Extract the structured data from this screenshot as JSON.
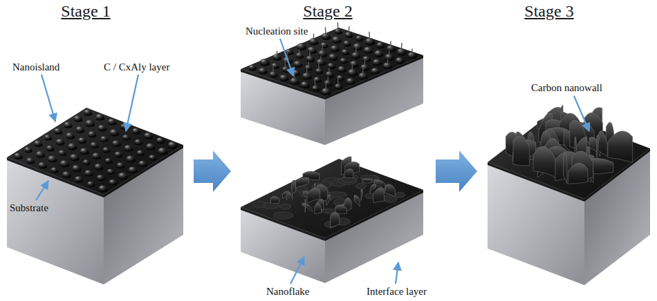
{
  "diagram": {
    "nodes": [
      {
        "text": [
          "Stage 1"
        ]
      },
      {
        "text": [
          "Stage 2"
        ]
      },
      {
        "text": [
          "Stage 3"
        ]
      }
    ],
    "edges": [
      {
        "from": 0,
        "to": 1,
        "arrow": "to"
      },
      {
        "from": 1,
        "to": 2,
        "arrow": "to"
      }
    ],
    "labels": [
      "Nanoisland",
      "C / CxAly layer",
      "Substrate",
      "Nucleation site",
      "Nanoflake",
      "Interface layer",
      "Carbon nanowall"
    ]
  }
}
